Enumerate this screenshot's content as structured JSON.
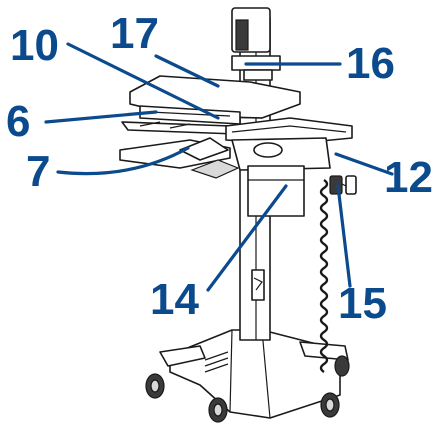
{
  "figure": {
    "accent_color": "#0b4a8c",
    "callouts": [
      {
        "id": "c10",
        "label": "10"
      },
      {
        "id": "c17",
        "label": "17"
      },
      {
        "id": "c16",
        "label": "16"
      },
      {
        "id": "c6",
        "label": "6"
      },
      {
        "id": "c7",
        "label": "7"
      },
      {
        "id": "c12",
        "label": "12"
      },
      {
        "id": "c14",
        "label": "14"
      },
      {
        "id": "c15",
        "label": "15"
      }
    ]
  }
}
